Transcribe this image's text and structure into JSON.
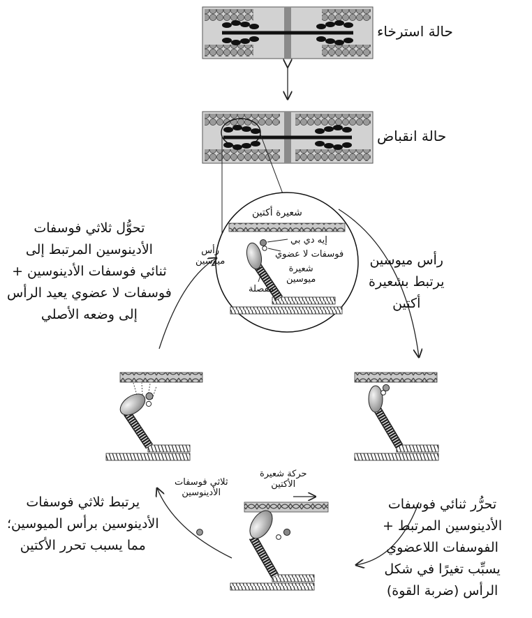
{
  "states": {
    "relaxation": "حالة استرخاء",
    "contraction": "حالة انقباض"
  },
  "inset": {
    "actin_filament": "شعيرة أكتين",
    "adp": "إيه دي بي",
    "inorganic_phosphate": "فوسفات لا عضوي",
    "myosin_filament": [
      "شعيرة",
      "ميوسين"
    ],
    "hinge": "مفصلة",
    "myosin_head": [
      "رأس",
      "ميوسين"
    ]
  },
  "steps": {
    "binding": [
      "رأس ميوسين",
      "يرتبط بشعيرة",
      "أكتين"
    ],
    "power_stroke": [
      "تحرُّر ثنائي فوسفات",
      "الأدينوسين المرتبط +",
      "الفوسفات اللاعضوي",
      "يسبِّب تغيرًا في شكل",
      "الرأس (ضربة القوة)"
    ],
    "atp_binding": [
      "يرتبط ثلاثي فوسفات",
      "الأدينوسين برأس الميوسين؛",
      "مما يسبب تحرر الأكتين"
    ],
    "recovery": [
      "تحوُّل ثلاثي فوسفات",
      "الأدينوسين المرتبط إلى",
      "ثنائي فوسفات الأدينوسين +",
      "فوسفات لا عضوي يعيد الرأس",
      "إلى وضعه الأصلي"
    ]
  },
  "small": {
    "atp": [
      "ثلاثي فوسفات",
      "الأدينوسين"
    ],
    "actin_motion": [
      "حركة شعيرة",
      "الأكتين"
    ]
  }
}
